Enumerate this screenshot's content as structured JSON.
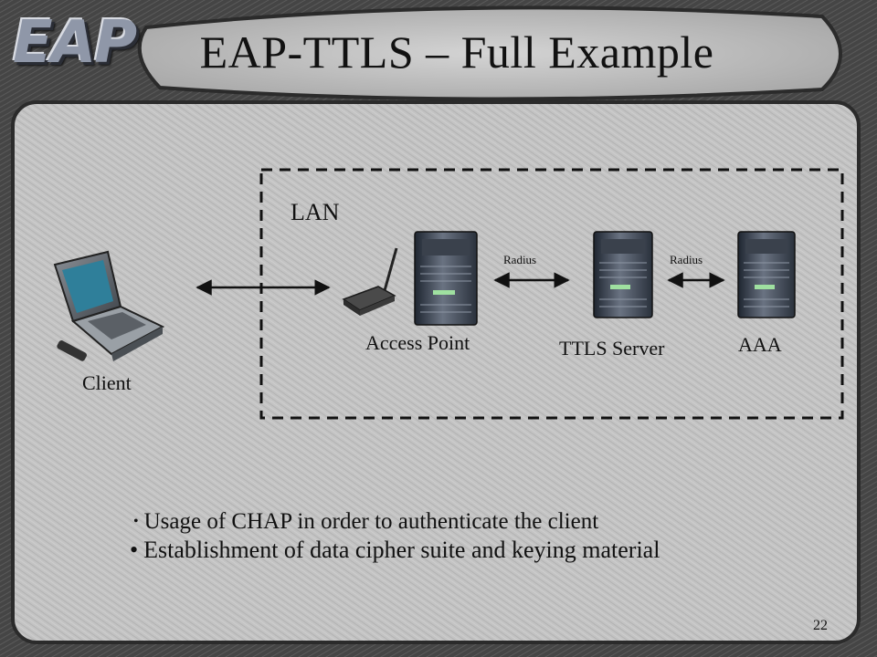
{
  "slide": {
    "logo": "EAP",
    "title": "EAP-TTLS – Full Example",
    "page_number": "22"
  },
  "diagram": {
    "lan_label": "LAN",
    "nodes": {
      "client": "Client",
      "access_point": "Access Point",
      "ttls_server": "TTLS Server",
      "aaa": "AAA"
    },
    "links": {
      "ap_to_ttls": "Radius",
      "ttls_to_aaa": "Radius"
    }
  },
  "bullets": [
    "Usage of CHAP in order to authenticate the client",
    "Establishment of data cipher suite and keying material"
  ],
  "colors": {
    "background_gray": "#bdbdbd",
    "frame_dark": "#3d3d3d",
    "text": "#111111"
  }
}
